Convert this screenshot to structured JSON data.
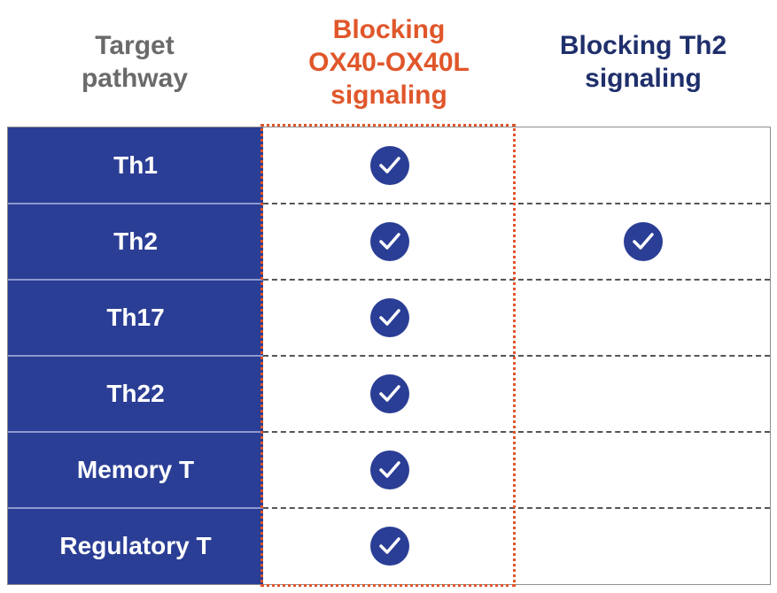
{
  "headers": {
    "target": "Target\npathway",
    "ox40": "Blocking\nOX40-OX40L\nsignaling",
    "th2": "Blocking Th2\nsignaling"
  },
  "rows": [
    {
      "label": "Th1",
      "ox40": true,
      "th2": false
    },
    {
      "label": "Th2",
      "ox40": true,
      "th2": true
    },
    {
      "label": "Th17",
      "ox40": true,
      "th2": false
    },
    {
      "label": "Th22",
      "ox40": true,
      "th2": false
    },
    {
      "label": "Memory T",
      "ox40": true,
      "th2": false
    },
    {
      "label": "Regulatory T",
      "ox40": true,
      "th2": false
    }
  ],
  "colors": {
    "label_bg": "#2b3e95",
    "ox40_accent": "#e0562a",
    "th2_accent": "#1f2f6b",
    "header_grey": "#6a6a6a"
  },
  "icon": "checkmark-circle-icon"
}
